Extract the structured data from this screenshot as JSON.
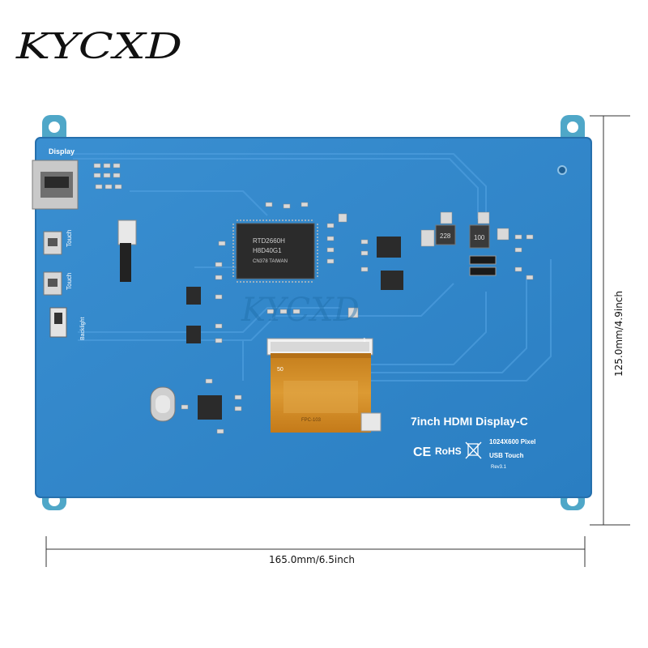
{
  "brand": {
    "logo": "KYCXD",
    "watermark": "KYCXD"
  },
  "board": {
    "title": "7inch HDMI Display-C",
    "resolution": "1024X600 Pixel",
    "touch": "USB Touch",
    "revision": "Rev3.1",
    "certifications": {
      "ce": "CE",
      "rohs": "RoHS"
    },
    "labels": {
      "display": "Display",
      "touch_upper": "Touch",
      "touch_lower": "Touch",
      "backlight": "Backlight"
    },
    "chips": {
      "main": {
        "line1": "RTD2660H",
        "line2": "H8D40G1",
        "line3": "CN378 TAIWAN"
      },
      "inductor_left": "228",
      "inductor_right": "100"
    },
    "ribbon_marks": {
      "left": "50",
      "right": "1",
      "label": "FPC-103"
    }
  },
  "dimensions": {
    "height": "125.0mm/4.9inch",
    "width": "165.0mm/6.5inch"
  },
  "colors": {
    "pcb": "#2f85c9",
    "pcb_edge": "#2a79b8",
    "ribbon": "#d08a24",
    "chip": "#2b2b2b"
  }
}
